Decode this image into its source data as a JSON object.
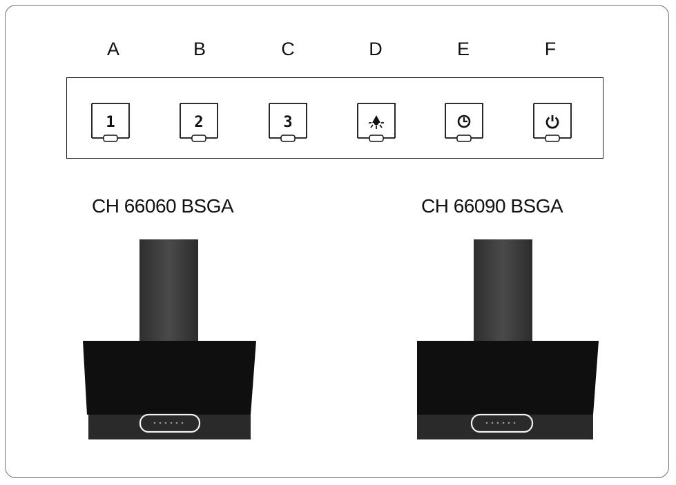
{
  "buttons": [
    {
      "letter": "A",
      "glyph": "1",
      "icon": "speed-1-icon"
    },
    {
      "letter": "B",
      "glyph": "2",
      "icon": "speed-2-icon"
    },
    {
      "letter": "C",
      "glyph": "3",
      "icon": "speed-3-icon"
    },
    {
      "letter": "D",
      "glyph": "",
      "icon": "light-icon"
    },
    {
      "letter": "E",
      "glyph": "",
      "icon": "timer-clock-icon"
    },
    {
      "letter": "F",
      "glyph": "",
      "icon": "power-icon"
    }
  ],
  "models": [
    {
      "name": "CH 66060 BSGA"
    },
    {
      "name": "CH 66090 BSGA"
    }
  ],
  "colors": {
    "frame": "#6e6e6e",
    "glass": "#111111",
    "chimney": "#3a3a3a",
    "body": "#2c2c2c"
  }
}
